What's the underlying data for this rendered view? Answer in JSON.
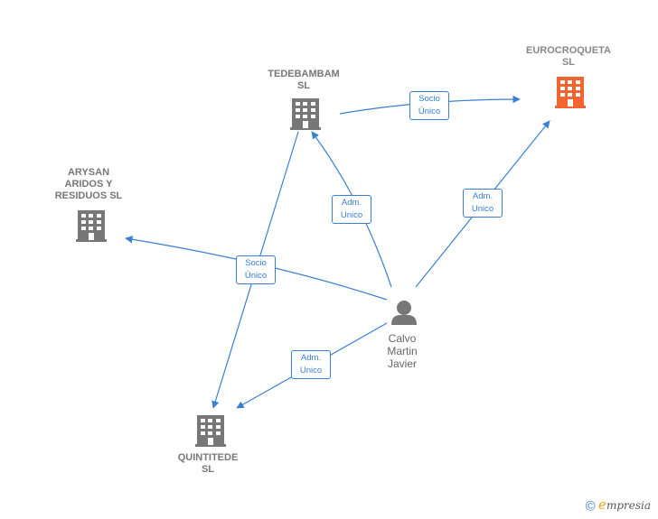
{
  "nodes": {
    "eurocroqueta": {
      "label": "EUROCROQUETA\nSL",
      "color": "#f26531",
      "icon": "building-icon"
    },
    "tedebambam": {
      "label": "TEDEBAMBAM\nSL",
      "color": "#777777",
      "icon": "building-icon"
    },
    "arysan": {
      "label": "ARYSAN\nARIDOS Y\nRESIDUOS  SL",
      "color": "#777777",
      "icon": "building-icon"
    },
    "quintitede": {
      "label": "QUINTITEDE\nSL",
      "color": "#777777",
      "icon": "building-icon"
    },
    "person": {
      "label": "Calvo\nMartin\nJavier",
      "color": "#777777",
      "icon": "person-icon"
    }
  },
  "edges": {
    "e1": {
      "label": "Socio\nÚnico"
    },
    "e2": {
      "label": "Adm.\nUnico"
    },
    "e3": {
      "label": "Adm.\nUnico"
    },
    "e4": {
      "label": "Socio\nÚnico"
    },
    "e5": {
      "label": "Adm.\nUnico"
    }
  },
  "colors": {
    "edge": "#3a7fd5",
    "highlight": "#f26531",
    "building": "#777777"
  },
  "footer": {
    "copyright": "©",
    "brand_first": "e",
    "brand_rest": "mpresia"
  }
}
